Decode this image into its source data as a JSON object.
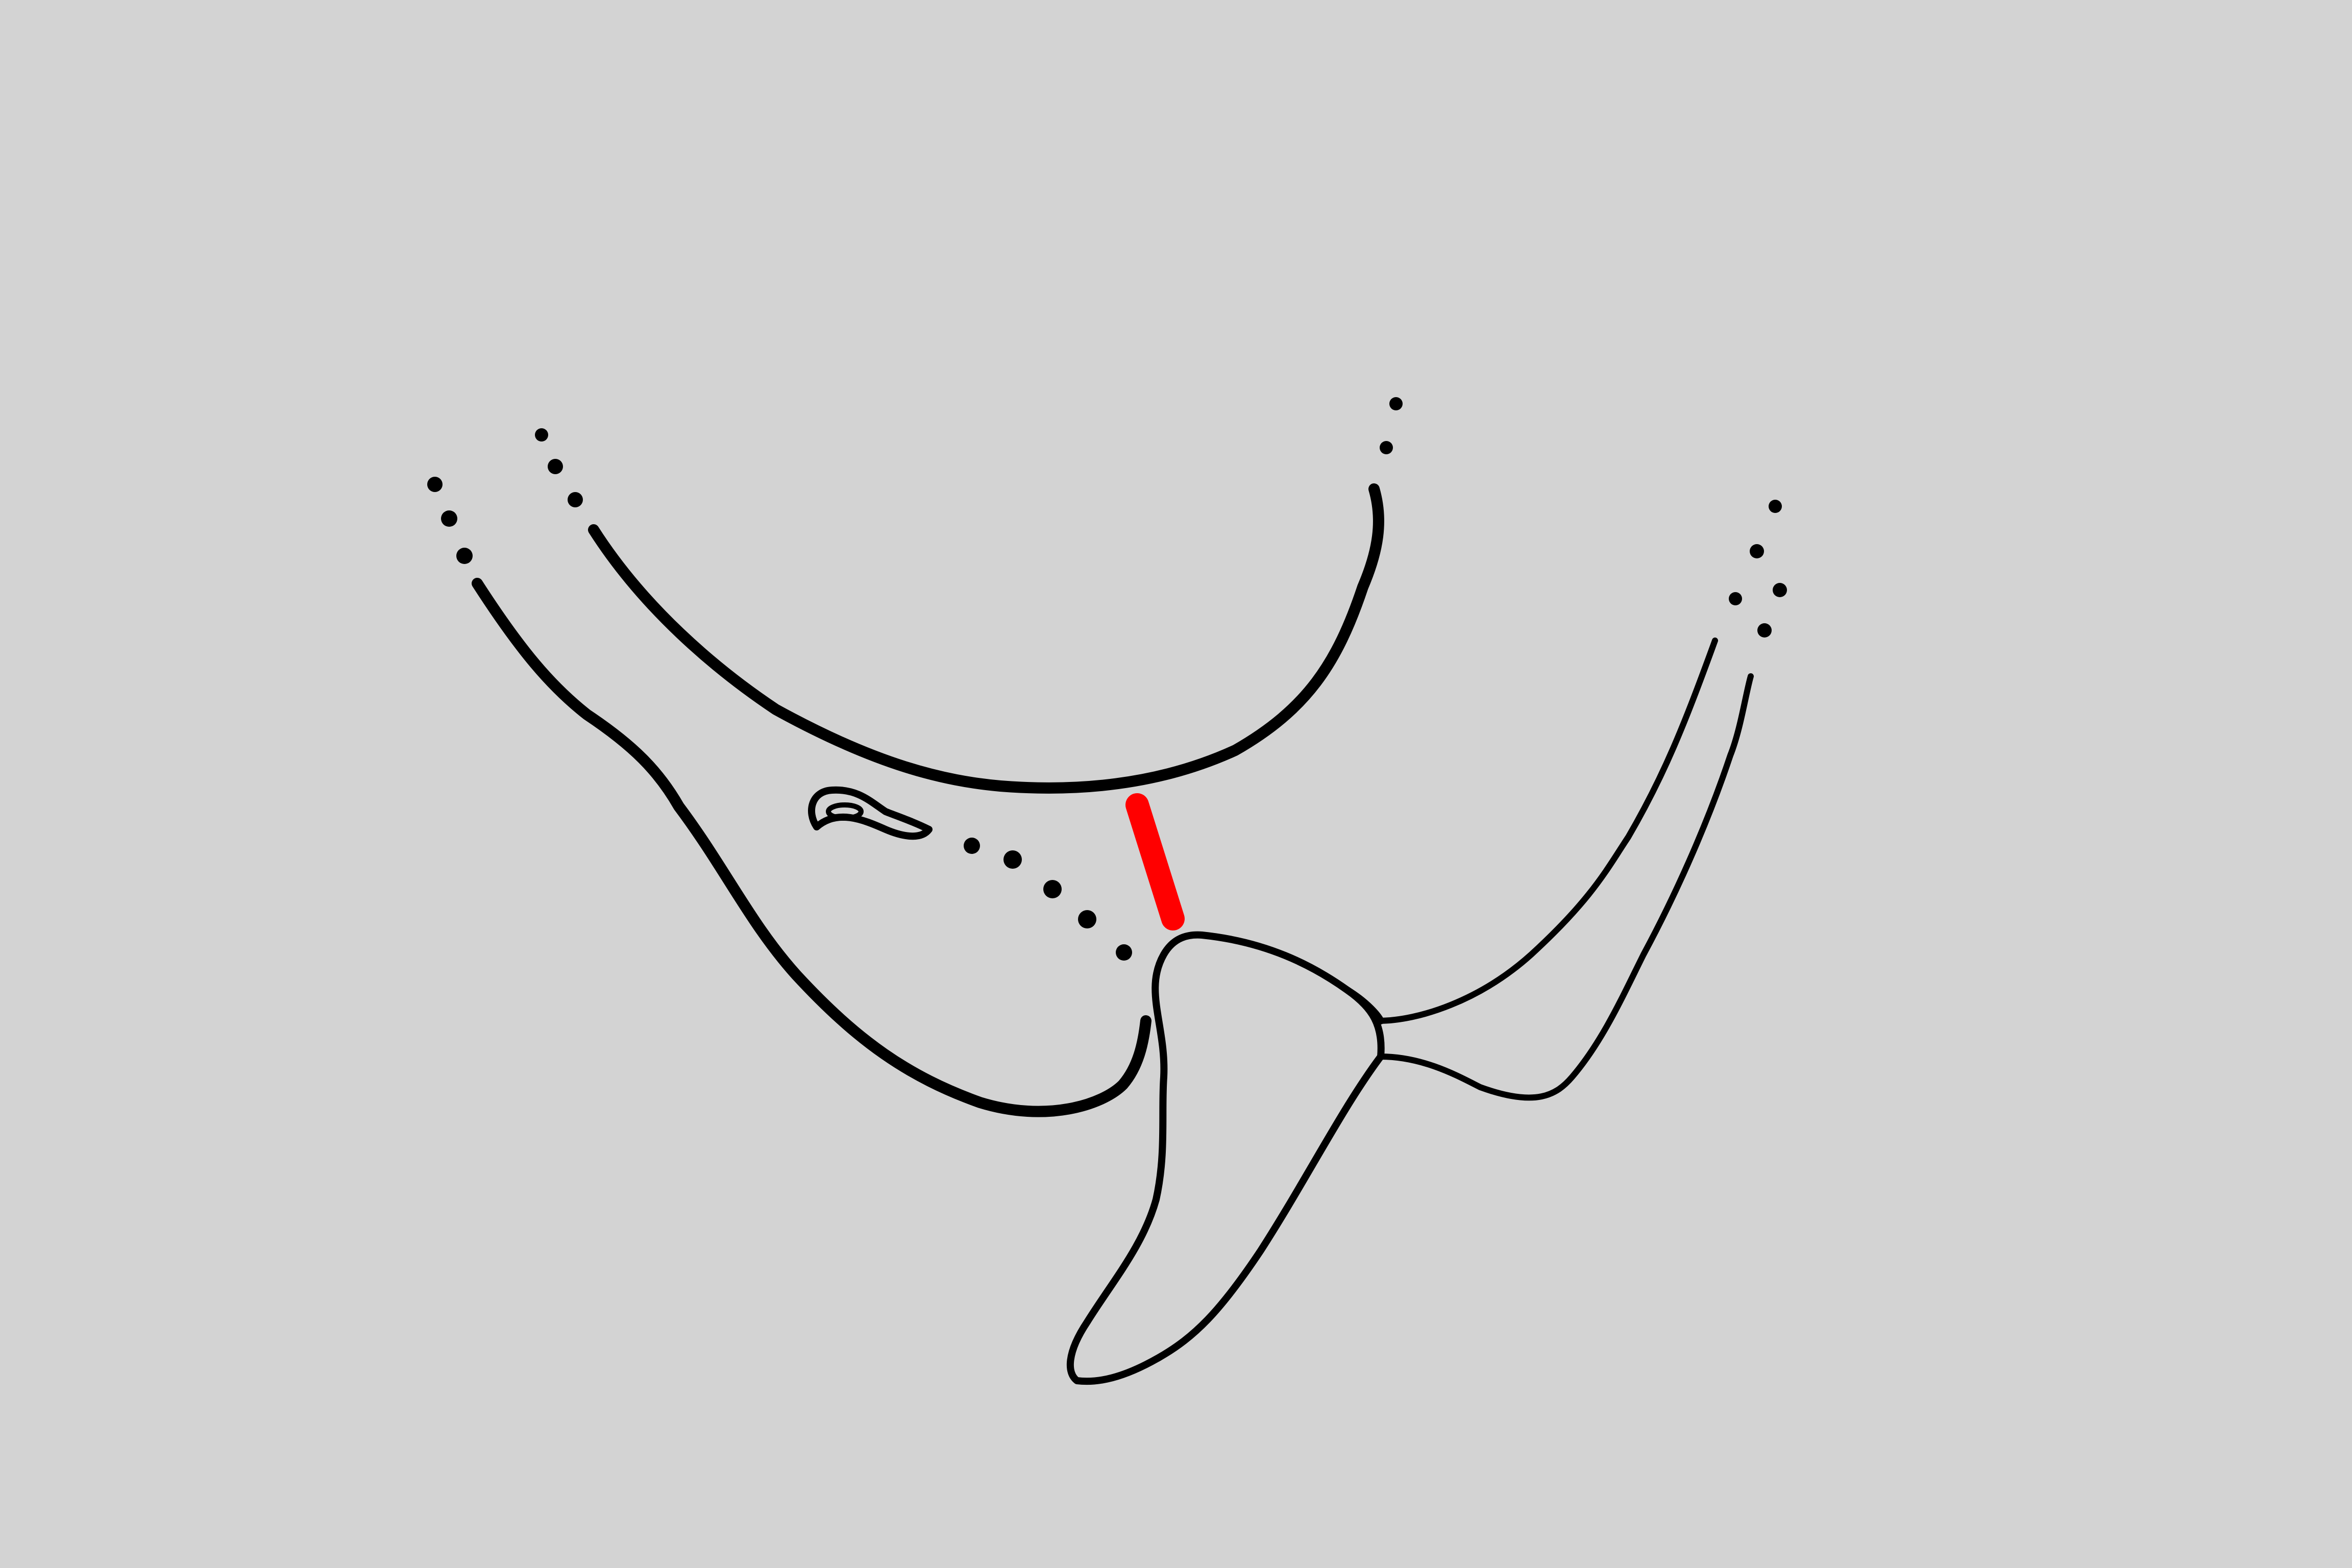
{
  "diagram": {
    "background_color": "#d3d3d3",
    "line_color": "#000000",
    "highlight_color": "#ff0000",
    "parts": [
      "upper-left-dotted-outline",
      "inner-curve",
      "outer-curve",
      "keyhole-shape",
      "dotted-diagonal",
      "red-marker",
      "lower-lobe",
      "right-arms"
    ]
  }
}
